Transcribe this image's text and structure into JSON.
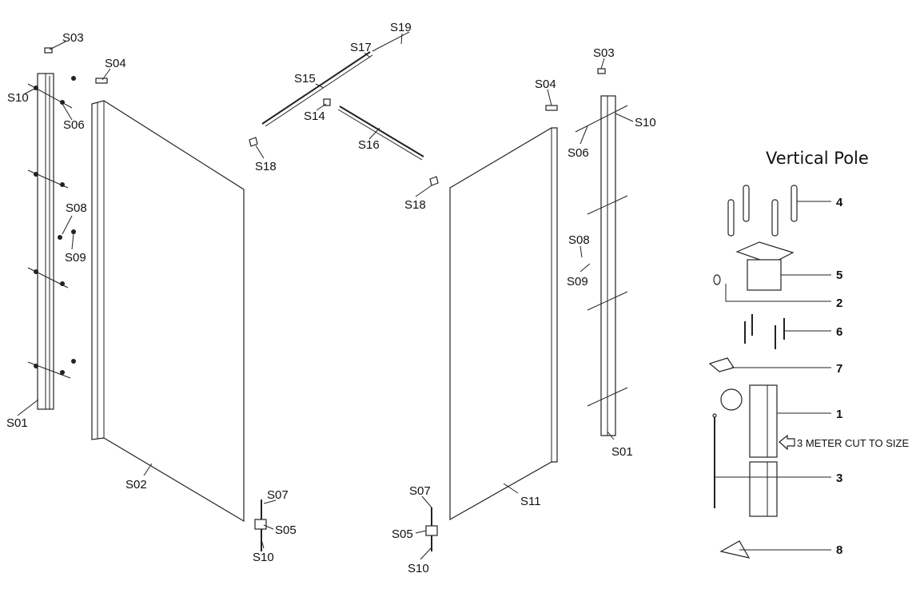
{
  "left_assembly": {
    "s03": "S03",
    "s04": "S04",
    "s10_top": "S10",
    "s06": "S06",
    "s08": "S08",
    "s09": "S09",
    "s01": "S01",
    "s02": "S02",
    "s07": "S07",
    "s05": "S05",
    "s10_bottom": "S10"
  },
  "top_assembly": {
    "s15": "S15",
    "s17": "S17",
    "s19": "S19",
    "s14": "S14",
    "s16": "S16",
    "s18_left": "S18",
    "s18_right": "S18"
  },
  "right_assembly": {
    "s04": "S04",
    "s03": "S03",
    "s10_top": "S10",
    "s06": "S06",
    "s08": "S08",
    "s09": "S09",
    "s01": "S01",
    "s11": "S11",
    "s07": "S07",
    "s05": "S05",
    "s10_bottom": "S10"
  },
  "vertical_pole": {
    "title": "Vertical Pole",
    "parts": {
      "p4": "4",
      "p5": "5",
      "p2": "2",
      "p6": "6",
      "p7": "7",
      "p1": "1",
      "p3": "3",
      "p8": "8"
    },
    "note": "3 METER CUT TO SIZE"
  }
}
